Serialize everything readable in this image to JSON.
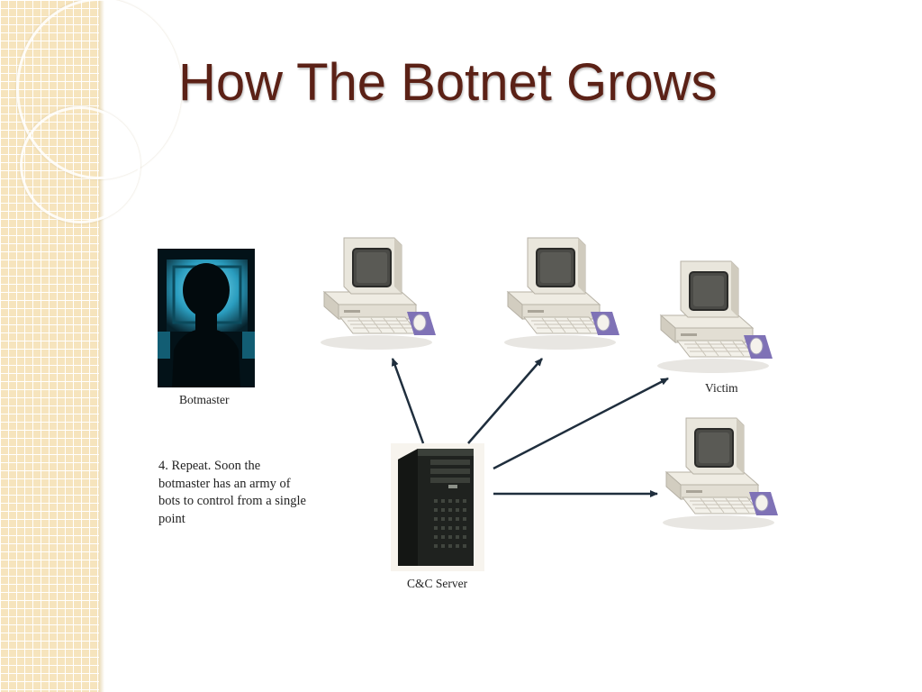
{
  "slide": {
    "title": "How The Botnet Grows"
  },
  "diagram": {
    "botmaster_label": "Botmaster",
    "victim_label": "Victim",
    "server_label": "C&C Server",
    "note": "4. Repeat. Soon the botmaster has an army of bots to control from a single point"
  },
  "colors": {
    "title": "#5b2116",
    "sidebar": "#f6e4bd",
    "arrow": "#1f2e3d",
    "monitor_glow": "#3fb6d6"
  },
  "icons": [
    "botmaster-silhouette-icon",
    "computer-icon",
    "server-tower-icon",
    "arrow-icon"
  ]
}
